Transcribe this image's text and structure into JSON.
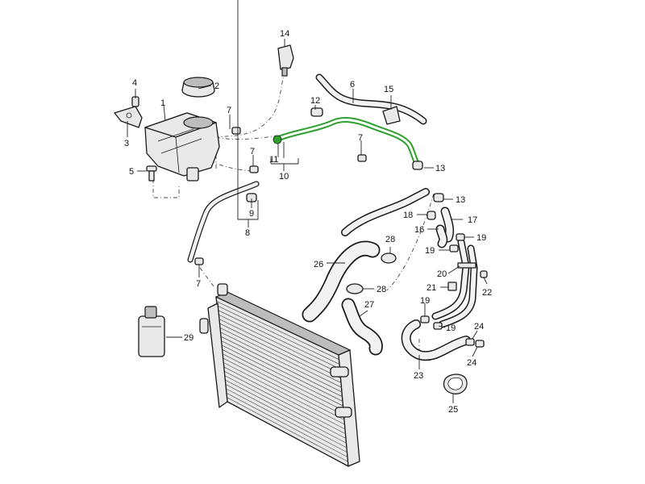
{
  "colors": {
    "highlight": "#2ea02e",
    "line": "#1a1a1a",
    "part_fill": "#e9e9e9"
  },
  "highlighted_part": "10",
  "labels": {
    "p1": "1",
    "p2": "2",
    "p3": "3",
    "p4": "4",
    "p5": "5",
    "p6": "6",
    "p7a": "7",
    "p7b": "7",
    "p7c": "7",
    "p7d": "7",
    "p8": "8",
    "p9": "9",
    "p10": "10",
    "p11": "11",
    "p12": "12",
    "p13a": "13",
    "p13b": "13",
    "p14": "14",
    "p15": "15",
    "p16": "16",
    "p17": "17",
    "p18": "18",
    "p19a": "19",
    "p19b": "19",
    "p19c": "19",
    "p19d": "19",
    "p20": "20",
    "p21": "21",
    "p22": "22",
    "p23": "23",
    "p24a": "24",
    "p24b": "24",
    "p25": "25",
    "p26": "26",
    "p27": "27",
    "p28a": "28",
    "p28b": "28",
    "p29": "29"
  }
}
